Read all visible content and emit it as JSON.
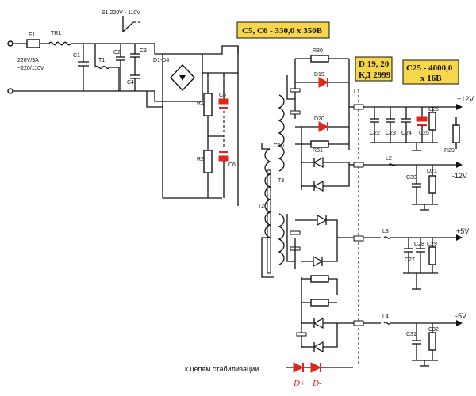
{
  "callouts": {
    "c5c6": "C5, C6 - 330,0 x 350B",
    "d19_20_line1": "D 19, 20",
    "d19_20_line2": "КД 2999",
    "c25_line1": "C25 - 4000,0",
    "c25_line2": "x 16B"
  },
  "input": {
    "switch_label": "S1 220V - 110V",
    "mains_label_1": "220V/3A",
    "mains_label_2": "~220/110V",
    "fuse_label": "F1",
    "thermistor_label": "TR1"
  },
  "labels": {
    "c1": "C1",
    "t1": "T1",
    "c2": "C2",
    "c3": "C3",
    "c4": "C4",
    "d1_4": "D1-D4",
    "r1": "R1",
    "r2": "R2",
    "c5": "C5",
    "c6": "C6",
    "r30": "R30",
    "d19": "D19",
    "d20": "D20",
    "r31": "R31",
    "c10": "C10",
    "l1": "L1",
    "c22": "C22",
    "c23": "C23",
    "c24": "C24",
    "c25": "C25",
    "c26": "C26",
    "r29": "R29",
    "c30": "C30",
    "d21": "D21",
    "t2": "T2",
    "t3": "T3",
    "c27": "C27",
    "c28": "C28",
    "c29": "C29",
    "c31": "C31",
    "c32": "C32",
    "l2": "L2",
    "l3": "L3",
    "l4": "L4"
  },
  "rails": {
    "p12": "+12V",
    "m12": "-12V",
    "p5": "+5V",
    "m5": "-5V"
  },
  "footer": {
    "stabilization_text": "к цепям стабилизации",
    "d_plus": "D+",
    "d_minus": "D-"
  }
}
